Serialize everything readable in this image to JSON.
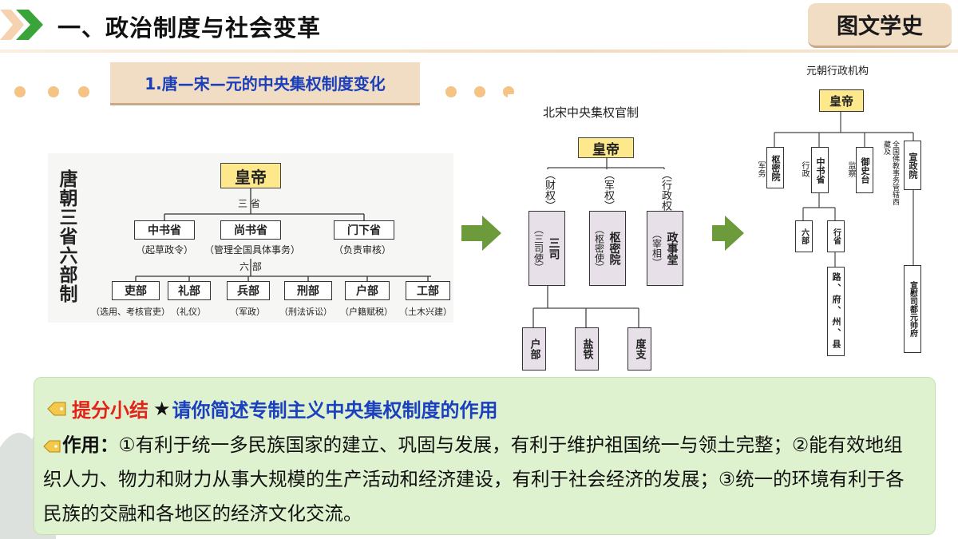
{
  "header": {
    "title": "一、政治制度与社会变革",
    "badge": "图文学史"
  },
  "subtitle": "1.唐—宋—元的中央集权制度变化",
  "tang": {
    "side_label": "唐朝三省六部制",
    "emperor": "皇帝",
    "sansheng_label": "三 省",
    "liubu_label": "六 部",
    "sheng": [
      {
        "name": "中书省",
        "duty": "（起草政令）"
      },
      {
        "name": "尚书省",
        "duty": "（管理全国具体事务）"
      },
      {
        "name": "门下省",
        "duty": "（负责审核）"
      }
    ],
    "bu": [
      {
        "name": "吏部",
        "duty": "（选用、考核官吏）"
      },
      {
        "name": "礼部",
        "duty": "（礼仪）"
      },
      {
        "name": "兵部",
        "duty": "（军政）"
      },
      {
        "name": "刑部",
        "duty": "（刑法诉讼）"
      },
      {
        "name": "户部",
        "duty": "（户籍赋税）"
      },
      {
        "name": "工部",
        "duty": "（土木兴建）"
      }
    ]
  },
  "song": {
    "title": "北宋中央集权官制",
    "emperor": "皇帝",
    "powers": [
      "（财权）",
      "（军权）",
      "（行政权）"
    ],
    "offices": [
      {
        "name": "三司",
        "sub": "（三司使）"
      },
      {
        "name": "枢密院",
        "sub": "（枢密使）"
      },
      {
        "name": "政事堂",
        "sub": "（宰相）"
      }
    ],
    "sansi_sub": [
      "户部",
      "盐铁",
      "度支"
    ]
  },
  "yuan": {
    "title": "元朝行政机构",
    "emperor": "皇帝",
    "branches": [
      {
        "role": "军务",
        "office": "枢密院"
      },
      {
        "role": "行政",
        "office": "中书省"
      },
      {
        "role": "监察",
        "office": "御史台"
      },
      {
        "role": "全国佛教事务管辖西藏及",
        "office": "宣政院"
      }
    ],
    "liubu": "六部",
    "xingsheng": "行省",
    "local": "路、府、州、县",
    "xuanwei": "宣慰司都元帅府"
  },
  "summary": {
    "highlight": "提分小结",
    "star": "★",
    "question": "请你简述专制主义中央集权制度的作用",
    "answer_label": "作用：",
    "answer_text": "①有利于统一多民族国家的建立、巩固与发展，有利于维护祖国统一与领土完整；②能有效地组织人力、物力和财力从事大规模的生产活动和经济建设，有利于社会经济的发展；③统一的环境有利于各民族的交融和各地区的经济文化交流。"
  },
  "colors": {
    "accent_red": "#e2231a",
    "accent_blue": "#1a40c0",
    "chevron": "#3aa43a",
    "arrow": "#6d9a3a",
    "summary_bg": "#dff2cf",
    "badge_bg": "#f1dcc4"
  },
  "icons": [
    "chevron-right-icon",
    "tag-icon",
    "green-arrow-icon"
  ]
}
